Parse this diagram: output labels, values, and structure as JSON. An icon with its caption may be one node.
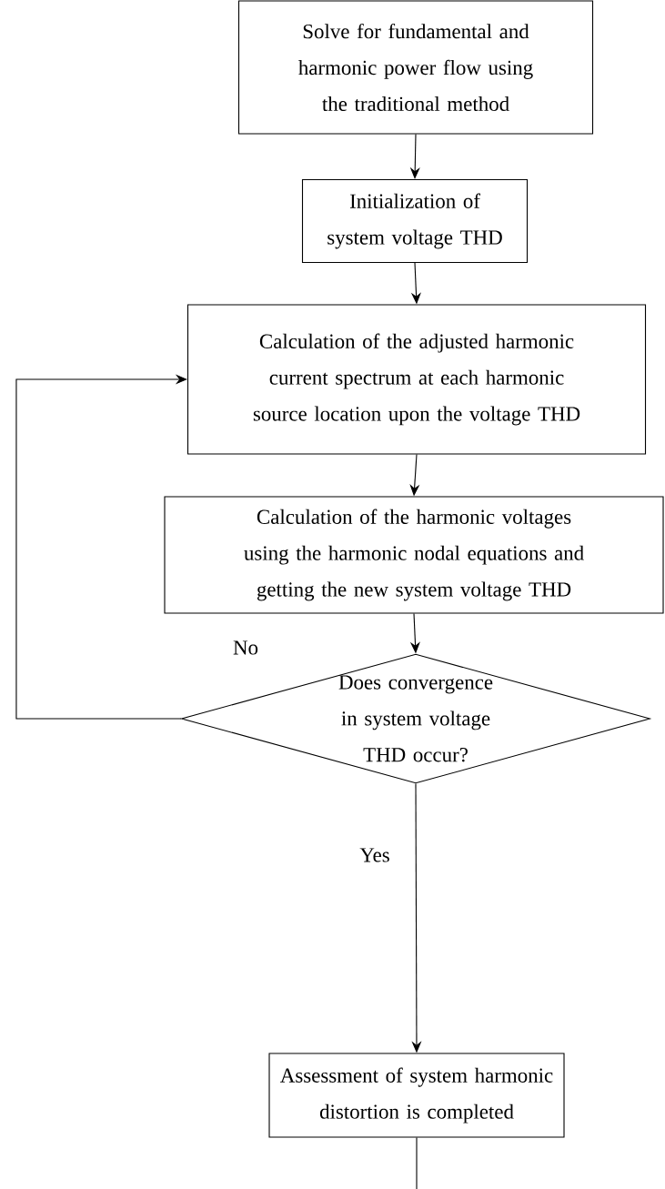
{
  "diagram": {
    "nodes": [
      {
        "text": [
          "Solve for fundamental and harmonic power flow using the traditional method"
        ]
      },
      {
        "text": [
          "Initialization of system voltage THD"
        ]
      },
      {
        "text": [
          "Calculation of the adjusted harmonic current spectrum at each harmonic source location upon the voltage THD"
        ]
      },
      {
        "text": [
          "Calculation of the harmonic voltages using the harmonic nodal equations and getting the new system voltage THD"
        ]
      },
      {
        "text": [
          "Does convergence in system voltage THD occur?"
        ]
      },
      {
        "text": [
          "Assessment of system harmonic distortion is completed"
        ]
      }
    ],
    "edges": [
      {
        "from": 0,
        "to": 1,
        "arrow": "to"
      },
      {
        "from": 1,
        "to": 2,
        "arrow": "to"
      },
      {
        "from": 2,
        "to": 3,
        "arrow": "to"
      },
      {
        "from": 3,
        "to": 4,
        "arrow": "to"
      },
      {
        "from": 4,
        "to": 2,
        "arrow": "to",
        "label": "No"
      },
      {
        "from": 4,
        "to": 5,
        "arrow": "to",
        "label": "Yes"
      },
      {
        "from": 5,
        "to": null,
        "arrow": "none"
      }
    ]
  }
}
